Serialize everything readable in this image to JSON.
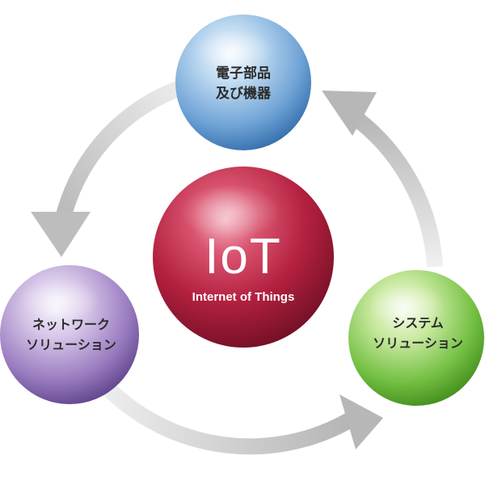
{
  "center": {
    "title": "IoT",
    "subtitle": "Internet of Things"
  },
  "nodes": {
    "electronic_components": {
      "line1": "電子部品",
      "line2": "及び機器"
    },
    "network_solution": {
      "line1": "ネットワーク",
      "line2": "ソリューション"
    },
    "system_solution": {
      "line1": "システム",
      "line2": "ソリューション"
    }
  },
  "colors": {
    "center": "#b3203f",
    "electronic_components": "#5b97cf",
    "network_solution": "#8a6bb0",
    "system_solution": "#6cb83b",
    "arrows": "#cfcfcf"
  }
}
